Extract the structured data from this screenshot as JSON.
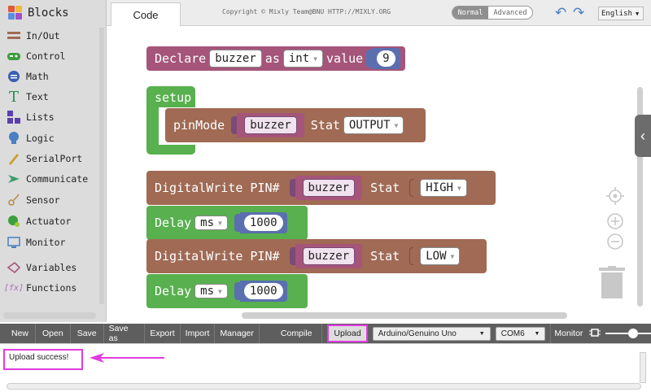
{
  "sidebar": {
    "title": "Blocks",
    "categories": [
      {
        "label": "In/Out",
        "icon": "in-out-icon"
      },
      {
        "label": "Control",
        "icon": "gamepad-icon"
      },
      {
        "label": "Math",
        "icon": "math-icon"
      },
      {
        "label": "Text",
        "icon": "text-icon"
      },
      {
        "label": "Lists",
        "icon": "lists-icon"
      },
      {
        "label": "Logic",
        "icon": "bulb-icon"
      },
      {
        "label": "SerialPort",
        "icon": "pen-icon"
      },
      {
        "label": "Communicate",
        "icon": "communicate-icon"
      },
      {
        "label": "Sensor",
        "icon": "sensor-icon"
      },
      {
        "label": "Actuator",
        "icon": "actuator-icon"
      },
      {
        "label": "Monitor",
        "icon": "monitor-icon"
      },
      {
        "label": "Variables",
        "icon": "variables-icon"
      },
      {
        "label": "Functions",
        "icon": "functions-icon"
      }
    ]
  },
  "topbar": {
    "tab_code": "Code",
    "copyright": "Copyright © Mixly Team@BNU HTTP://MIXLY.ORG",
    "mode_normal": "Normal",
    "mode_advanced": "Advanced",
    "language": "English"
  },
  "blocks": {
    "declare": {
      "keyword": "Declare",
      "var": "buzzer",
      "as": "as",
      "type": "int",
      "value_label": "value",
      "value": "9"
    },
    "setup": {
      "label": "setup"
    },
    "pinmode": {
      "label": "pinMode",
      "var": "buzzer",
      "stat_label": "Stat",
      "stat": "OUTPUT"
    },
    "dw_high": {
      "label": "DigitalWrite PIN#",
      "var": "buzzer",
      "stat_label": "Stat",
      "stat": "HIGH"
    },
    "delay1": {
      "label": "Delay",
      "unit": "ms",
      "value": "1000"
    },
    "dw_low": {
      "label": "DigitalWrite PIN#",
      "var": "buzzer",
      "stat_label": "Stat",
      "stat": "LOW"
    },
    "delay2": {
      "label": "Delay",
      "unit": "ms",
      "value": "1000"
    }
  },
  "toolbar": {
    "new": "New",
    "open": "Open",
    "save": "Save",
    "save_as": "Save as",
    "export": "Export",
    "import": "Import",
    "manager": "Manager",
    "compile": "Compile",
    "upload": "Upload",
    "board": "Arduino/Genuino Uno",
    "port": "COM6",
    "monitor": "Monitor"
  },
  "console": {
    "message": "Upload success!"
  },
  "colors": {
    "accent_highlight": "#e03ce0",
    "declare_block": "#a5557a",
    "setup_block": "#58b04e",
    "io_block": "#a06a54",
    "variable_pill": "#7a4a78"
  }
}
